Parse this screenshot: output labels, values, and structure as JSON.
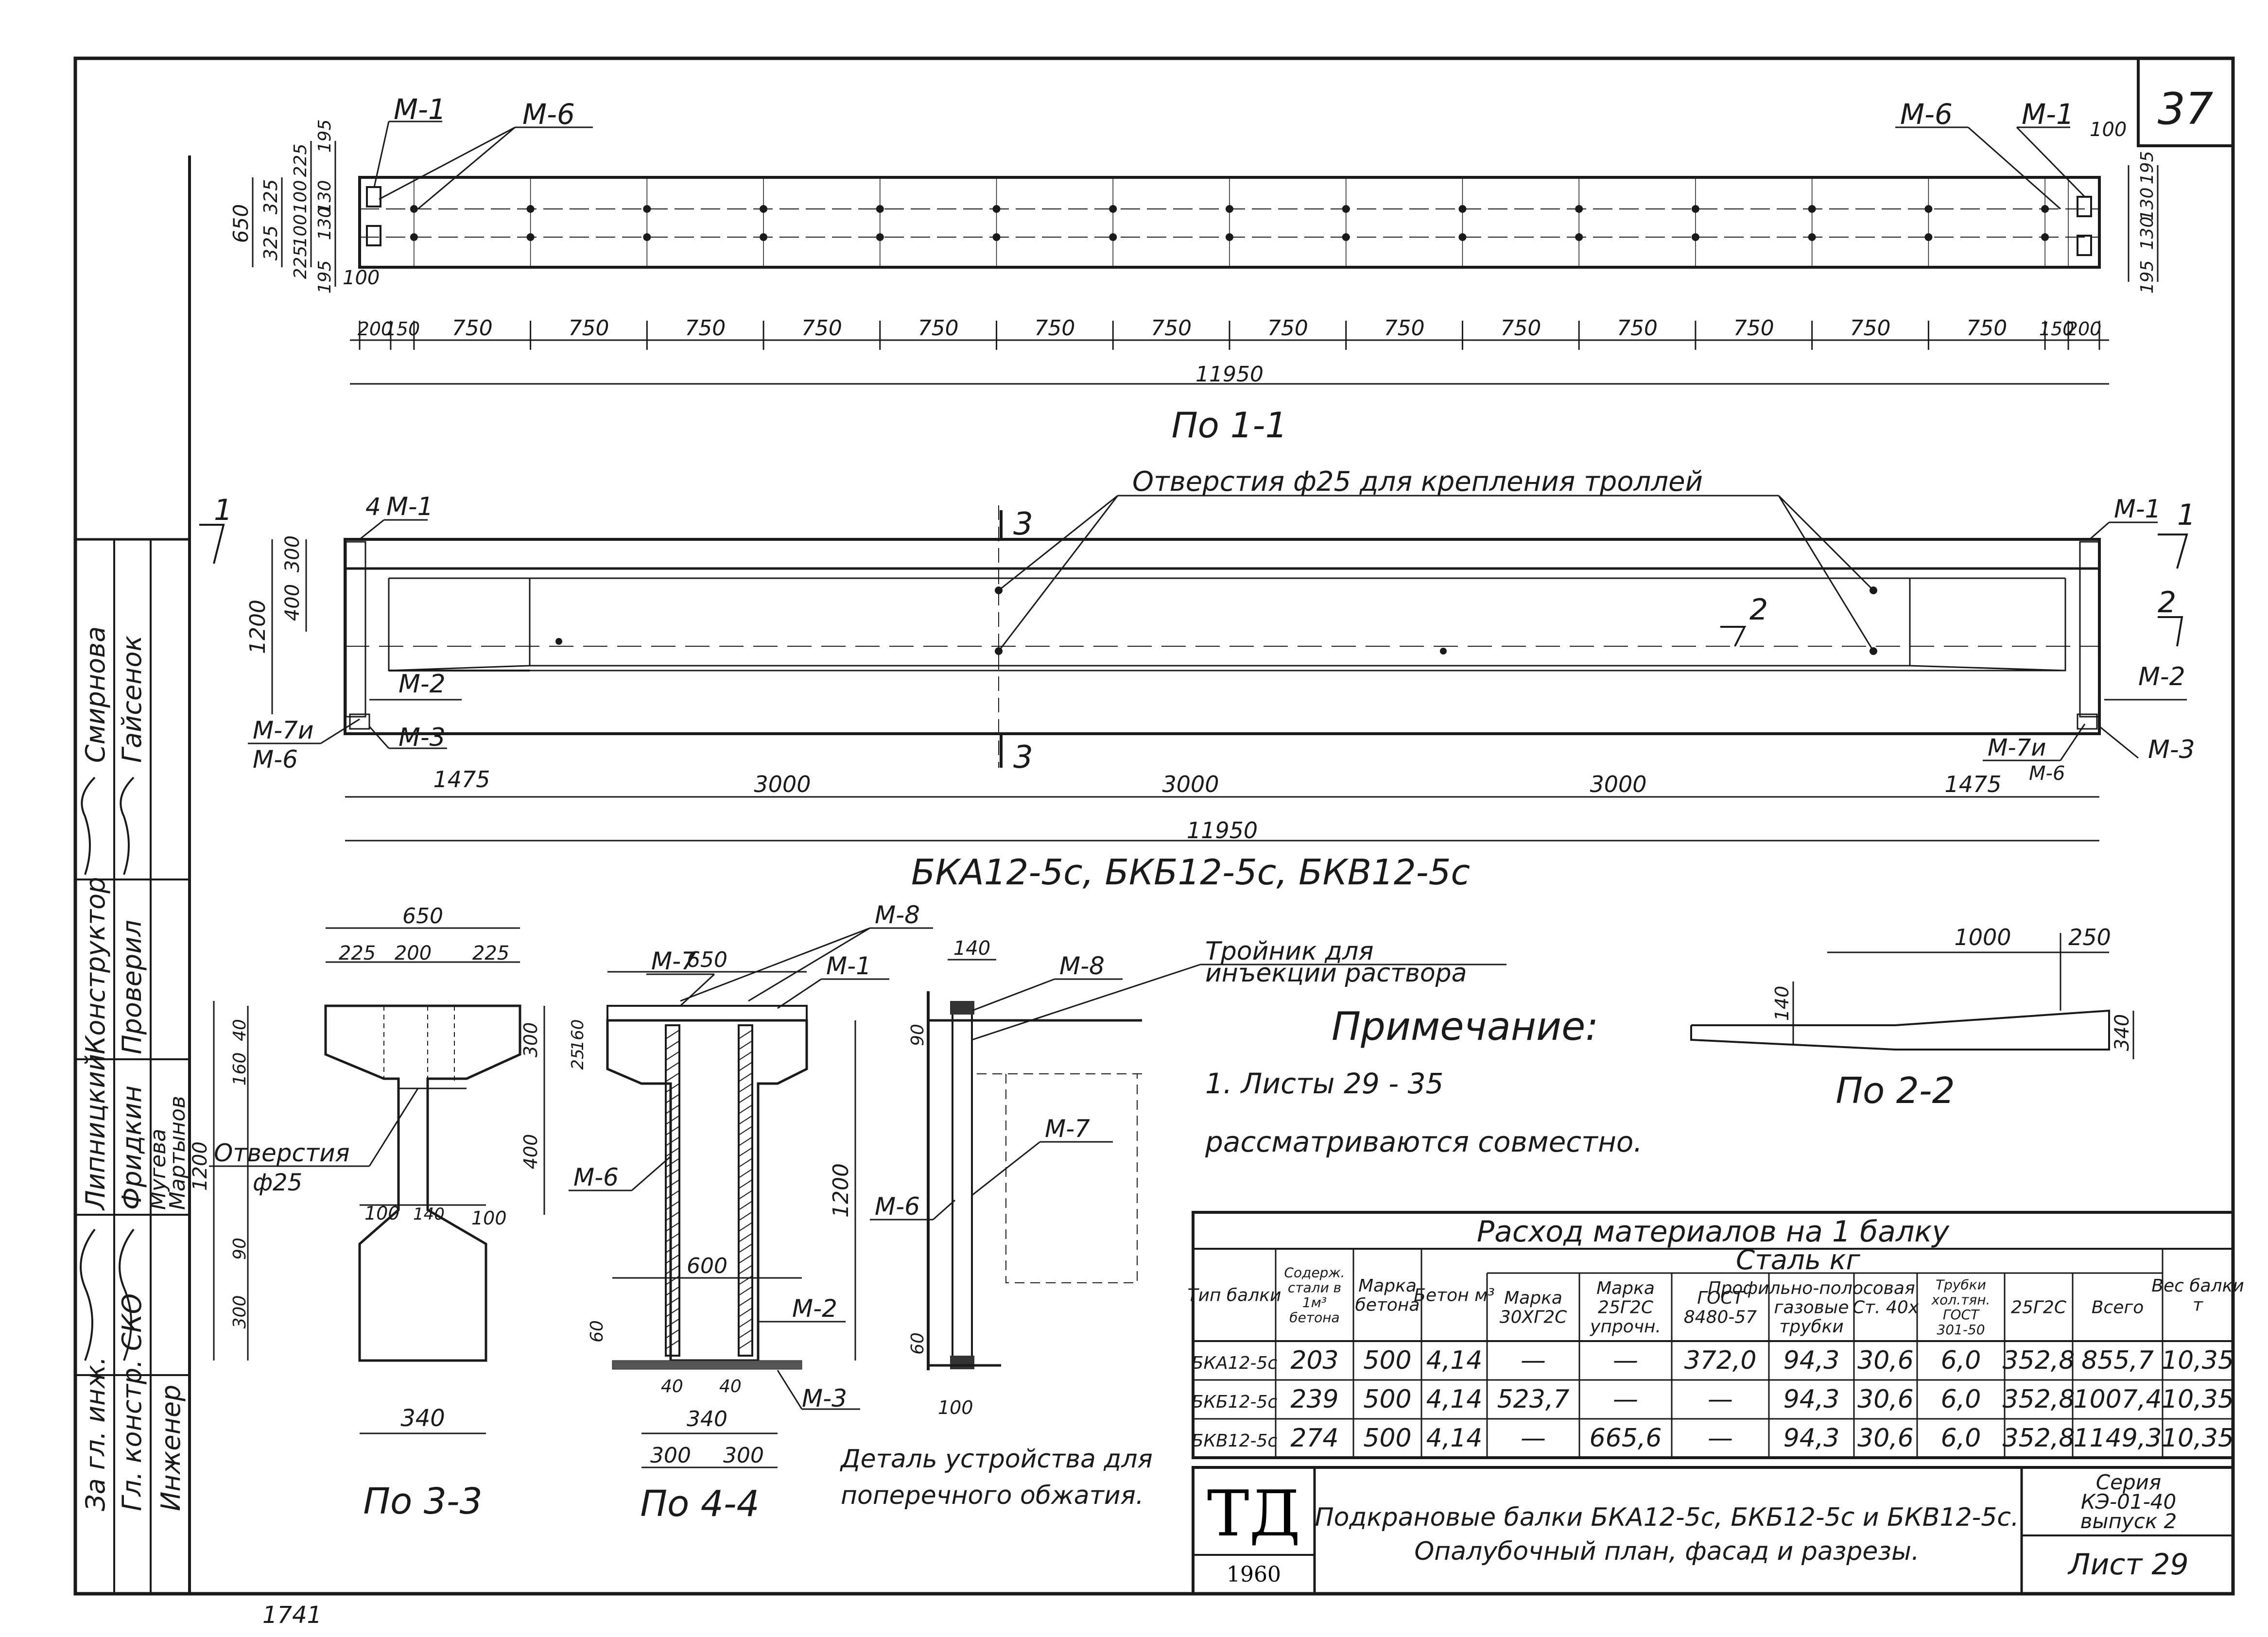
{
  "sheet_corner_number": "37",
  "plan": {
    "marks": {
      "m1": "М-1",
      "m6": "М-6"
    },
    "left_dims": [
      "650",
      "325",
      "325",
      "225",
      "100",
      "100",
      "225",
      "195",
      "130",
      "130",
      "195"
    ],
    "right_dims": [
      "195",
      "130",
      "130",
      "195"
    ],
    "bottom_dims": [
      "200",
      "150",
      "750",
      "750",
      "750",
      "750",
      "750",
      "750",
      "750",
      "750",
      "750",
      "750",
      "750",
      "750",
      "750",
      "750",
      "150",
      "200"
    ],
    "small_100_left": "100",
    "small_100_right": "100",
    "total": "11950",
    "caption": "По 1-1"
  },
  "elevation": {
    "note": "Отверстия ф25 для крепления троллей",
    "left_dims": [
      "1200",
      "300",
      "400"
    ],
    "marks": {
      "m1": "М-1",
      "m2": "М-2",
      "m3": "М-3",
      "m7": "М-7и",
      "m6": "М-6"
    },
    "section_labels": {
      "s1": "1",
      "s2": "2",
      "s3": "3",
      "s4": "4"
    },
    "bottom_dims": [
      "1475",
      "3000",
      "3000",
      "3000",
      "1475"
    ],
    "total": "11950",
    "caption": "БКА12-5с, БКБ12-5с, БКВ12-5с"
  },
  "section33": {
    "dims": [
      "650",
      "225",
      "200",
      "225",
      "40",
      "160",
      "300",
      "400",
      "100",
      "140",
      "100",
      "90",
      "300",
      "1200",
      "340"
    ],
    "note_line1": "Отверстия",
    "note_line2": "ф25",
    "caption": "По 3-3"
  },
  "section44": {
    "dims": [
      "650",
      "25",
      "160",
      "600",
      "60",
      "40",
      "40",
      "340",
      "300",
      "300",
      "1200"
    ],
    "marks": {
      "m1": "М-1",
      "m2": "М-2",
      "m3": "М-3",
      "m6": "М-6",
      "m7": "М-7",
      "m8": "М-8"
    },
    "caption": "По 4-4"
  },
  "detail": {
    "tee_line1": "Тройник для",
    "tee_line2": "инъекции раствора",
    "dims": [
      "140",
      "90",
      "60",
      "100"
    ],
    "marks": {
      "m6": "М-6",
      "m7": "М-7",
      "m8": "М-8"
    },
    "caption_line1": "Деталь устройства для",
    "caption_line2": "поперечного обжатия."
  },
  "note": {
    "title": "Примечание:",
    "line1": "1. Листы  29 - 35",
    "line2": "рассматриваются совместно."
  },
  "section22": {
    "dims": [
      "1000",
      "250",
      "140",
      "340"
    ],
    "caption": "По 2-2"
  },
  "table": {
    "title": "Расход материалов на 1 балку",
    "group_header": "Сталь кг",
    "headers": [
      "Тип балки",
      "Содерж. стали в 1м³ бетона",
      "Марка бетона",
      "Бетон м³",
      "Марка 30ХГ2С",
      "Марка 25Г2С упрочн.",
      "ГОСТ 8480-57",
      "Профильно-полосовая газовые трубки",
      "Ст. 40х",
      "Трубки хол.тян. ГОСТ 301-50",
      "25Г2С",
      "Всего",
      "Вес балки т"
    ],
    "rows": [
      [
        "БКА12-5с",
        "203",
        "500",
        "4,14",
        "—",
        "—",
        "372,0",
        "94,3",
        "30,6",
        "6,0",
        "352,8",
        "855,7",
        "10,35"
      ],
      [
        "БКБ12-5с",
        "239",
        "500",
        "4,14",
        "523,7",
        "—",
        "—",
        "94,3",
        "30,6",
        "6,0",
        "352,8",
        "1007,4",
        "10,35"
      ],
      [
        "БКВ12-5с",
        "274",
        "500",
        "4,14",
        "—",
        "665,6",
        "—",
        "94,3",
        "30,6",
        "6,0",
        "352,8",
        "1149,3",
        "10,35"
      ]
    ]
  },
  "title_block": {
    "logo": "ТД",
    "year": "1960",
    "line1": "Подкрановые балки БКА12-5с, БКБ12-5с и БКВ12-5с.",
    "line2": "Опалубочный план, фасад и разрезы.",
    "series_line1": "Серия",
    "series_line2": "КЭ-01-40",
    "series_line3": "выпуск 2",
    "sheet": "Лист 29"
  },
  "stamp": {
    "rows": [
      {
        "role": "За гл. инж.",
        "name": ""
      },
      {
        "role": "Гл. констр. СКО",
        "name": ""
      },
      {
        "role": "Инженер",
        "name": ""
      },
      {
        "role": "",
        "name": "Липницкий"
      },
      {
        "role": "",
        "name": "Фридкин"
      },
      {
        "role": "",
        "name": "Мугева"
      },
      {
        "role": "",
        "name": "Мартынов"
      },
      {
        "role": "Конструктор",
        "name": "Смирнова"
      },
      {
        "role": "Проверил",
        "name": "Гайсенок"
      }
    ]
  },
  "bottom_number": "1741"
}
